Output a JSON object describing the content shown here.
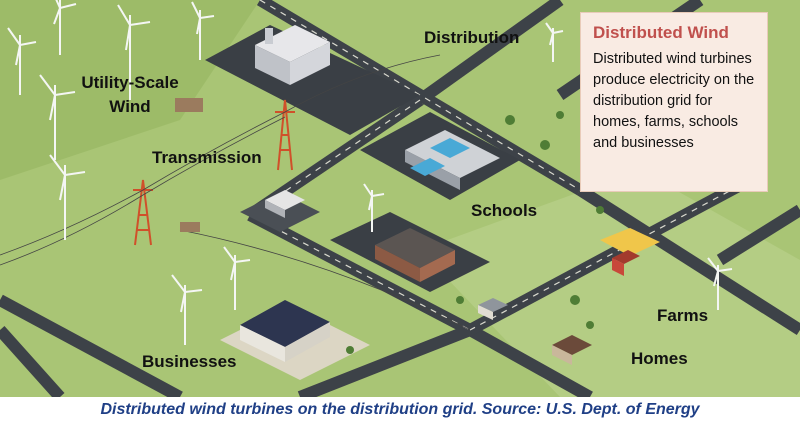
{
  "diagram": {
    "labels": {
      "utility_scale_wind_line1": "Utility-Scale",
      "utility_scale_wind_line2": "Wind",
      "transmission": "Transmission",
      "distribution": "Distribution",
      "schools": "Schools",
      "farms": "Farms",
      "homes": "Homes",
      "businesses": "Businesses"
    },
    "infobox": {
      "title": "Distributed Wind",
      "body": "Distributed wind turbines produce electricity on the distribution grid for homes, farms, schools and businesses"
    },
    "caption": "Distributed wind turbines on the distribution grid. Source: U.S. Dept. of Energy",
    "colors": {
      "grass": "#a9c575",
      "road": "#3d4248",
      "infobox_title": "#c0504d",
      "caption": "#1f3f86",
      "tower": "#d0502a"
    }
  }
}
